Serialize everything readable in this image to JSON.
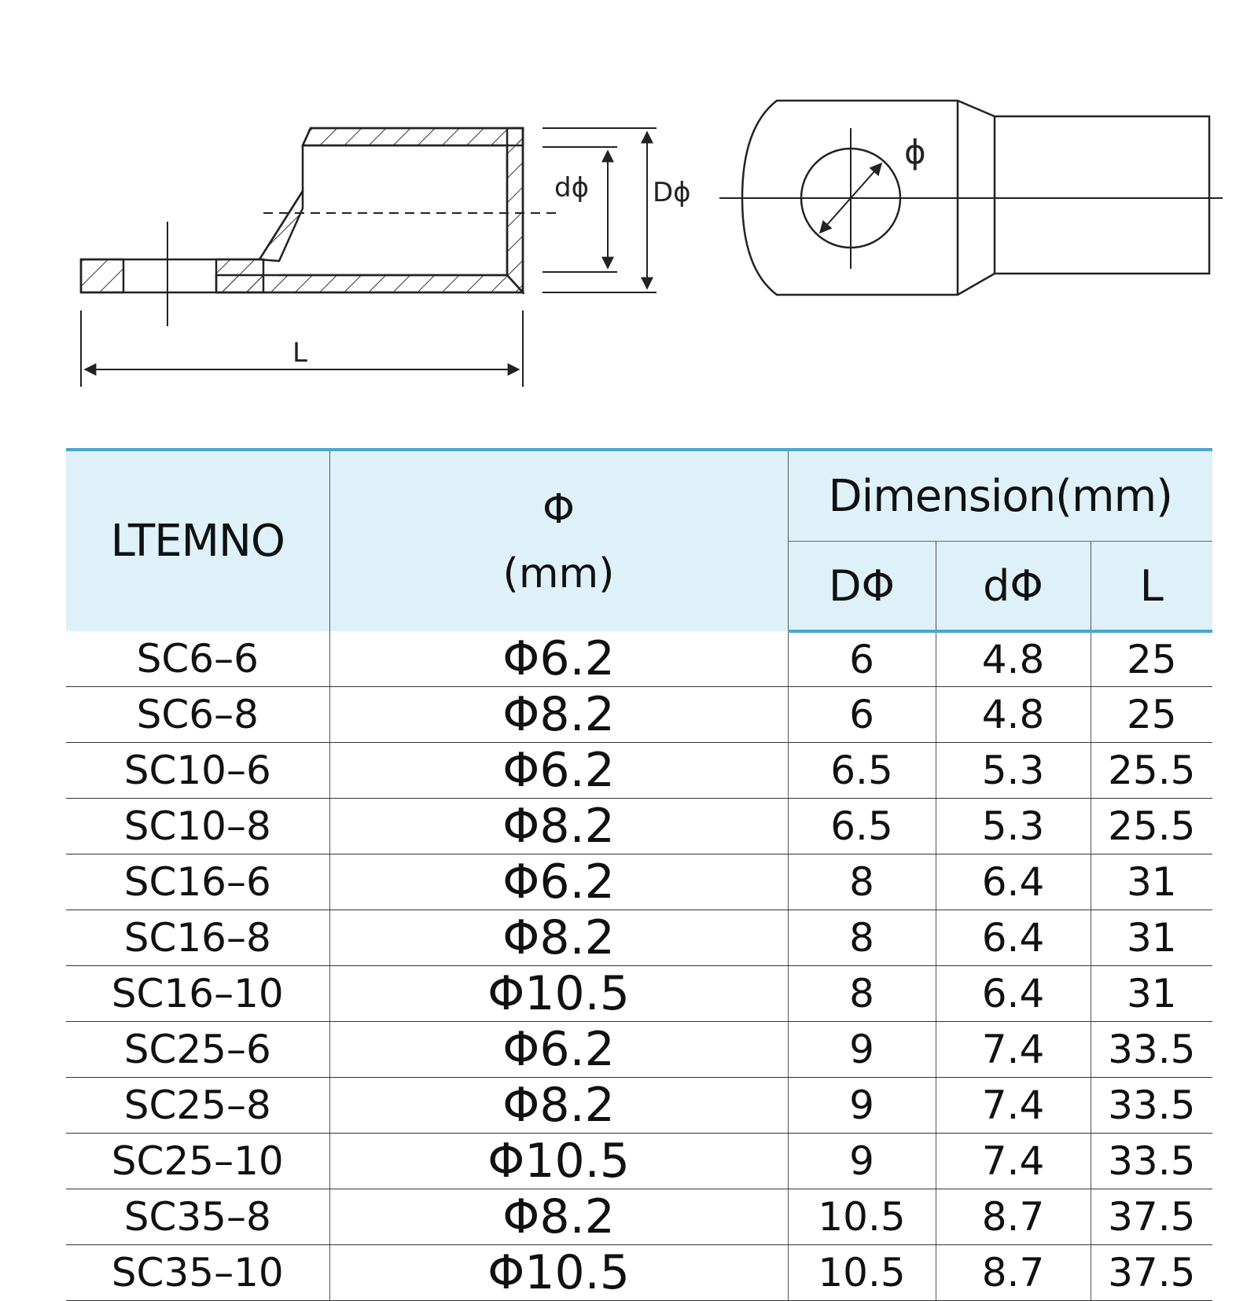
{
  "drawing": {
    "label_d_inner": "dϕ",
    "label_d_outer": "Dϕ",
    "label_length": "L",
    "label_hole": "ϕ"
  },
  "table": {
    "header_model": "LTEMNO",
    "header_phi_symbol": "Φ",
    "header_phi_unit": "(mm)",
    "header_dimension": "Dimension(mm)",
    "header_D": "DΦ",
    "header_d": "dΦ",
    "header_L": "L",
    "rows": [
      {
        "model": "SC6–6",
        "phi": "Φ6.2",
        "D": "6",
        "d": "4.8",
        "L": "25"
      },
      {
        "model": "SC6–8",
        "phi": "Φ8.2",
        "D": "6",
        "d": "4.8",
        "L": "25"
      },
      {
        "model": "SC10–6",
        "phi": "Φ6.2",
        "D": "6.5",
        "d": "5.3",
        "L": "25.5"
      },
      {
        "model": "SC10–8",
        "phi": "Φ8.2",
        "D": "6.5",
        "d": "5.3",
        "L": "25.5"
      },
      {
        "model": "SC16–6",
        "phi": "Φ6.2",
        "D": "8",
        "d": "6.4",
        "L": "31"
      },
      {
        "model": "SC16–8",
        "phi": "Φ8.2",
        "D": "8",
        "d": "6.4",
        "L": "31"
      },
      {
        "model": "SC16–10",
        "phi": "Φ10.5",
        "D": "8",
        "d": "6.4",
        "L": "31"
      },
      {
        "model": "SC25–6",
        "phi": "Φ6.2",
        "D": "9",
        "d": "7.4",
        "L": "33.5"
      },
      {
        "model": "SC25–8",
        "phi": "Φ8.2",
        "D": "9",
        "d": "7.4",
        "L": "33.5"
      },
      {
        "model": "SC25–10",
        "phi": "Φ10.5",
        "D": "9",
        "d": "7.4",
        "L": "33.5"
      },
      {
        "model": "SC35–8",
        "phi": "Φ8.2",
        "D": "10.5",
        "d": "8.7",
        "L": "37.5"
      },
      {
        "model": "SC35–10",
        "phi": "Φ10.5",
        "D": "10.5",
        "d": "8.7",
        "L": "37.5"
      }
    ]
  }
}
